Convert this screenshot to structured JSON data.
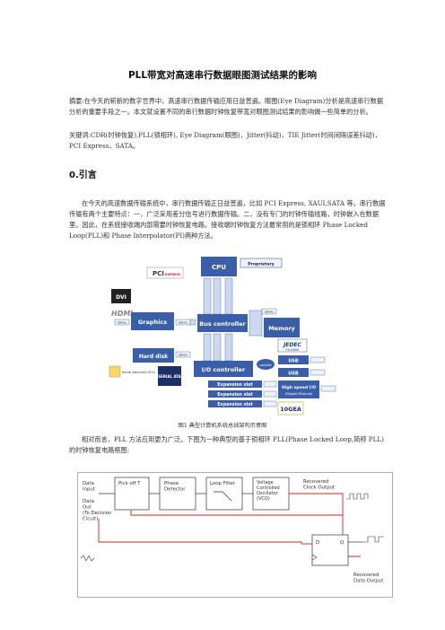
{
  "title": "PLL带宽对高速串行数据眼图测试结果的影响",
  "abstract": "摘要:在今天的崭新的数字世界中，高速串行数据传输应用日益普遍。眼图(Eye Diagram)分析是高速串行数据分析的重要手段之一。本文就设置不同的串行数据时钟恢复带宽对眼图测试结果的影响做一些简单的分析。",
  "keywords": "关键词:CDR(时钟恢复),PLL(锁相环), Eye Diagram(眼图)，Jitter(抖动)，TIE Jitter(时间间隔误差抖动)，PCI Express，SATA。",
  "section_heading": "0.引言",
  "intro": "在今天的高速数据传输系统中，串行数据传输正日益普遍，比如 PCI Express, XAUI,SATA 等。串行数据传输有两个主要特点：一，广泛采用差分信号进行数据传输。二，没有专门的时钟传输线路，时钟嵌入在数据里。因此，在系统接收端内部需要时钟恢复电路。接收端时钟恢复方法最常用的是锁相环 Phase Locked Loop(PLL)和 Phase Interpolator(PI)两种方法。",
  "figure1": {
    "caption": "图1 典型计算机系统总线架构示意图",
    "labels": {
      "cpu": "CPU",
      "proprietary": "Proprietary",
      "graphics": "Graphics",
      "bus_controller": "Bus controller",
      "memory": "Memory",
      "io_controller": "I/O controller",
      "hard_disk": "Hard disk",
      "usb1": "USB",
      "usb2": "USB",
      "exp1": "Expansion slot",
      "exp2": "Expansion slot",
      "exp3": "Expansion slot",
      "highspeed": "High speed I/O",
      "highspeed_sub": "(Gigabit Ethernet)",
      "jedec": "JEDEC",
      "fbdimm": "FB-DIMM",
      "dvi": "DVI",
      "hdmi": "HDMI",
      "pci": "PCI",
      "pci_sub": "EXPRESS",
      "sas": "Serial Attached SCSI",
      "sata": "SERIAL ATA",
      "xgea": "10GEA",
      "serial": "SERIAL",
      "parallel": "parallel"
    }
  },
  "para2": "相对而言，PLL 方法应用更为广泛。下图为一种典型的基于锁相环 PLL(Phase Locked Loop,简称 PLL)的时钟恢复电路框图:",
  "figure2": {
    "data_input": "Data Input",
    "data_out": "Data Out (To Decision Circuit)",
    "pickoff": "Pick off T",
    "phase_detector": "Phase Detector",
    "loop_filter": "Loop Filter",
    "vco": "Voltage Controlled Oscillator (VCO)",
    "recovered_clock": "Recovered Clock Output",
    "recovered_data": "Recovered Data Output",
    "d": "D",
    "q": "Q"
  },
  "colors": {
    "accent_red": "#e0201a",
    "block_blue": "#3a5fa8",
    "pale_blue": "#cdd9ee"
  }
}
